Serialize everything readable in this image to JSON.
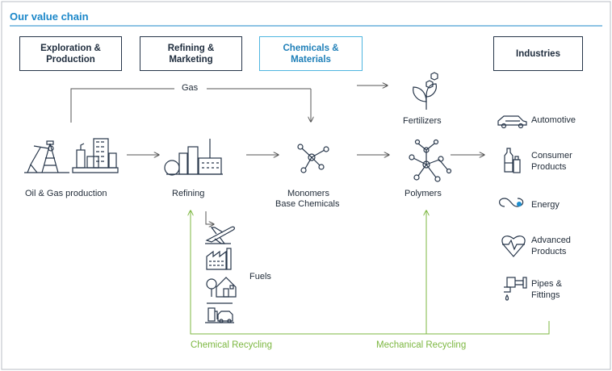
{
  "title": "Our value chain",
  "stages": {
    "exploration": "Exploration &\nProduction",
    "refining_marketing": "Refining &\nMarketing",
    "chemicals": "Chemicals &\nMaterials",
    "industries": "Industries"
  },
  "flow": {
    "gas": "Gas",
    "oil_gas": "Oil & Gas production",
    "refining": "Refining",
    "monomers": "Monomers",
    "base_chemicals": "Base Chemicals",
    "fertilizers": "Fertilizers",
    "polymers": "Polymers",
    "fuels": "Fuels"
  },
  "industries": {
    "automotive": "Automotive",
    "consumer_1": "Consumer",
    "consumer_2": "Products",
    "energy": "Energy",
    "advanced_1": "Advanced",
    "advanced_2": "Products",
    "pipes_1": "Pipes &",
    "pipes_2": "Fittings"
  },
  "recycling": {
    "chemical": "Chemical Recycling",
    "mechanical": "Mechanical Recycling"
  },
  "colors": {
    "title_blue": "#1b87c9",
    "navy": "#27364a",
    "highlight": "#4fb6e0",
    "recycle_green": "#7cb740",
    "icon_blue": "#1e8fd0"
  }
}
